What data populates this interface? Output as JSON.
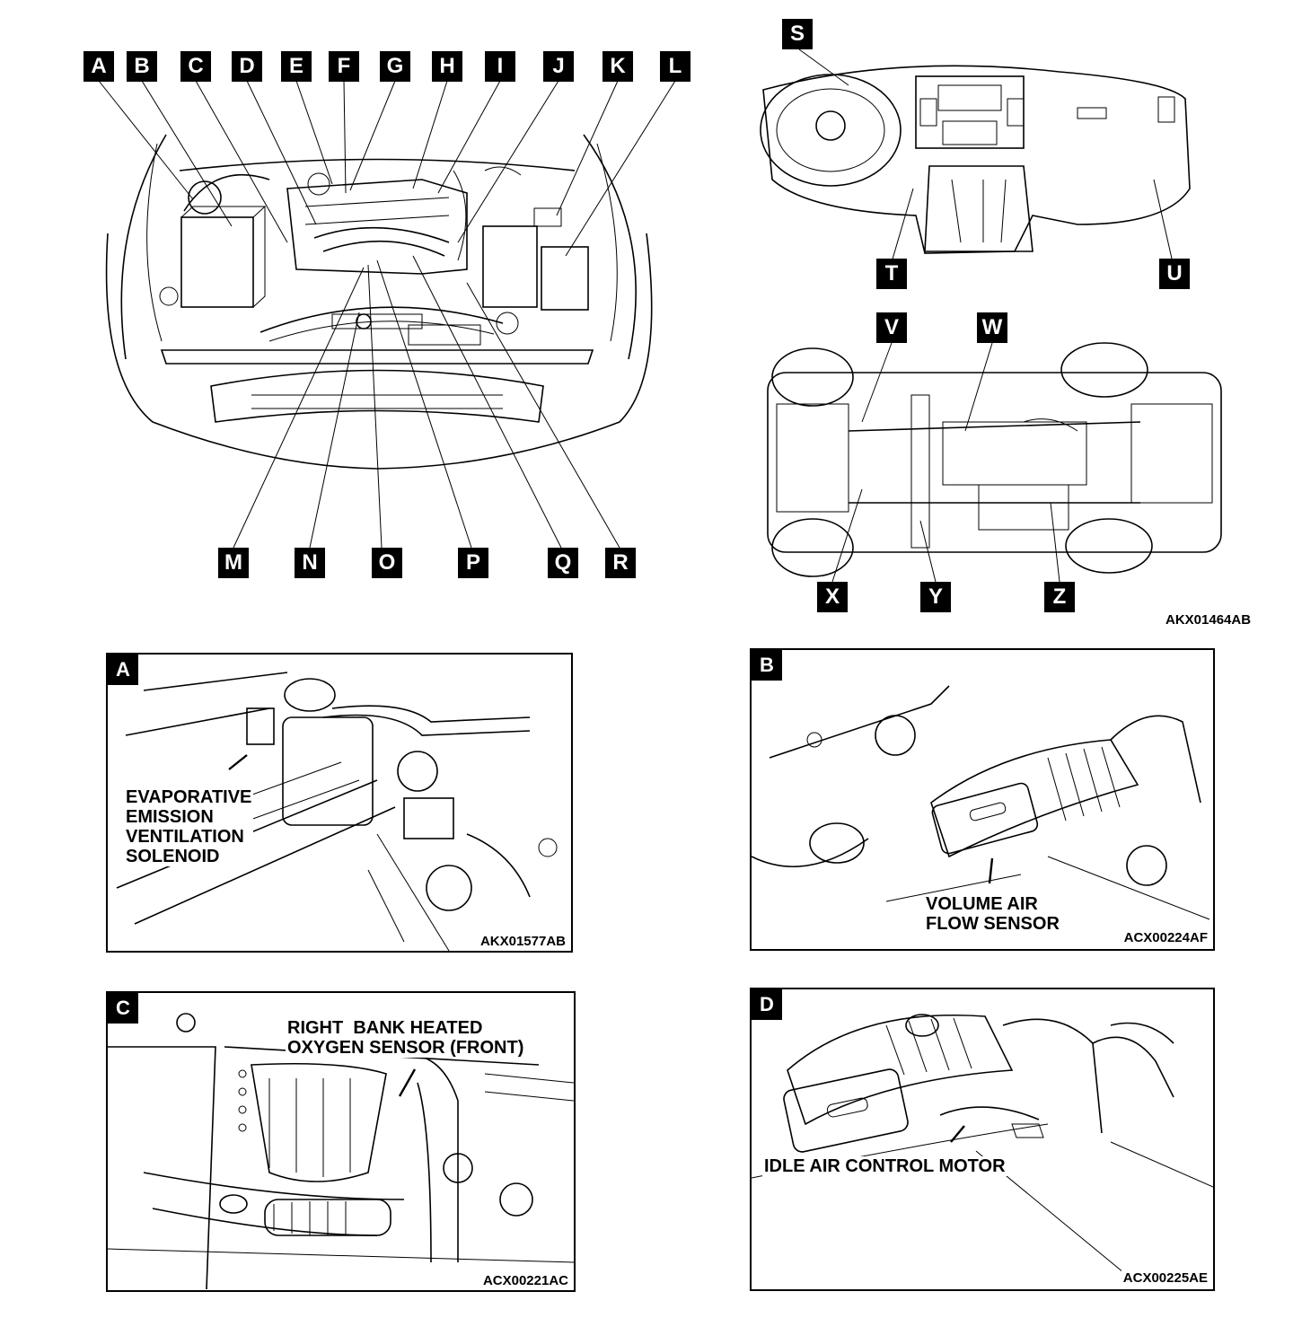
{
  "overview": {
    "engine_labels": [
      "A",
      "B",
      "C",
      "D",
      "E",
      "F",
      "G",
      "H",
      "I",
      "J",
      "K",
      "L"
    ],
    "engine_bottom_labels": [
      "M",
      "N",
      "O",
      "P",
      "Q",
      "R"
    ],
    "cabin_labels": [
      "S",
      "T",
      "U"
    ],
    "underbody_labels": [
      "V",
      "W",
      "X",
      "Y",
      "Z"
    ],
    "figure_code": "AKX01464AB"
  },
  "panels": [
    {
      "tag": "A",
      "caption_lines": [
        "EVAPORATIVE",
        "EMISSION",
        "VENTILATION",
        "SOLENOID"
      ],
      "code": "AKX01577AB"
    },
    {
      "tag": "B",
      "caption_lines": [
        "VOLUME AIR",
        "FLOW SENSOR"
      ],
      "code": "ACX00224AF"
    },
    {
      "tag": "C",
      "caption_lines": [
        "RIGHT  BANK HEATED",
        "OXYGEN SENSOR (FRONT)"
      ],
      "code": "ACX00221AC"
    },
    {
      "tag": "D",
      "caption_lines": [
        "IDLE AIR CONTROL MOTOR"
      ],
      "code": "ACX00225AE"
    }
  ]
}
